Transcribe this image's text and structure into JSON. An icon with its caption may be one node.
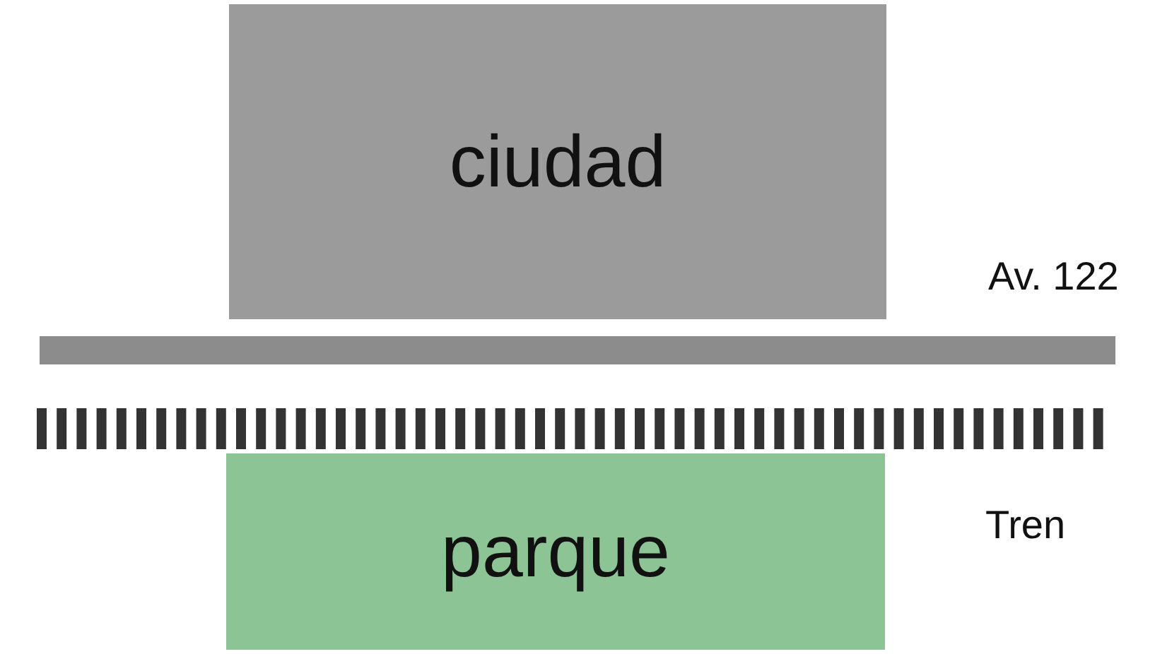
{
  "diagram": {
    "nodes": [
      {
        "text": [
          "ciudad"
        ]
      },
      {
        "text": [
          "parque"
        ]
      }
    ],
    "labels": [
      "Av. 122",
      "Tren"
    ]
  }
}
